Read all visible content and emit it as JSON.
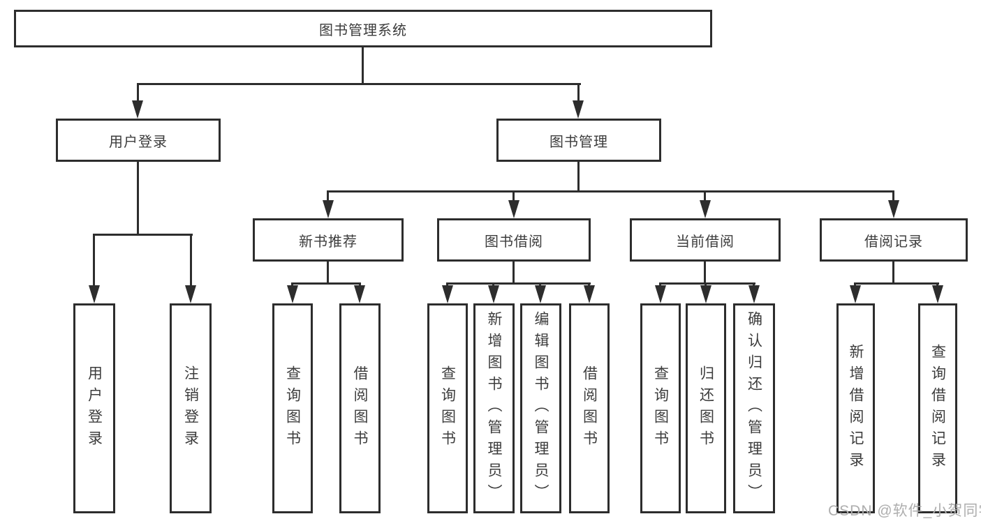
{
  "tree": {
    "root": {
      "label": "图书管理系统"
    },
    "branches": [
      {
        "label": "用户登录",
        "children": [
          {
            "label": "用户登录"
          },
          {
            "label": "注销登录"
          }
        ]
      },
      {
        "label": "图书管理",
        "children": [
          {
            "label": "新书推荐",
            "children": [
              {
                "label": "查询图书"
              },
              {
                "label": "借阅图书"
              }
            ]
          },
          {
            "label": "图书借阅",
            "children": [
              {
                "label": "查询图书"
              },
              {
                "label": "新增图书（管理员）"
              },
              {
                "label": "编辑图书（管理员）"
              },
              {
                "label": "借阅图书"
              }
            ]
          },
          {
            "label": "当前借阅",
            "children": [
              {
                "label": "查询图书"
              },
              {
                "label": "归还图书"
              },
              {
                "label": "确认归还（管理员）"
              }
            ]
          },
          {
            "label": "借阅记录",
            "children": [
              {
                "label": "新增借阅记录"
              },
              {
                "label": "查询借阅记录"
              }
            ]
          }
        ]
      }
    ]
  },
  "watermark": "CSDN @软件_小贺同学",
  "colors": {
    "line": "#2d2d2d",
    "box_border": "#2d2d2d",
    "text": "#3c3c3c",
    "watermark": "#aeaeae",
    "background": "#ffffff"
  }
}
